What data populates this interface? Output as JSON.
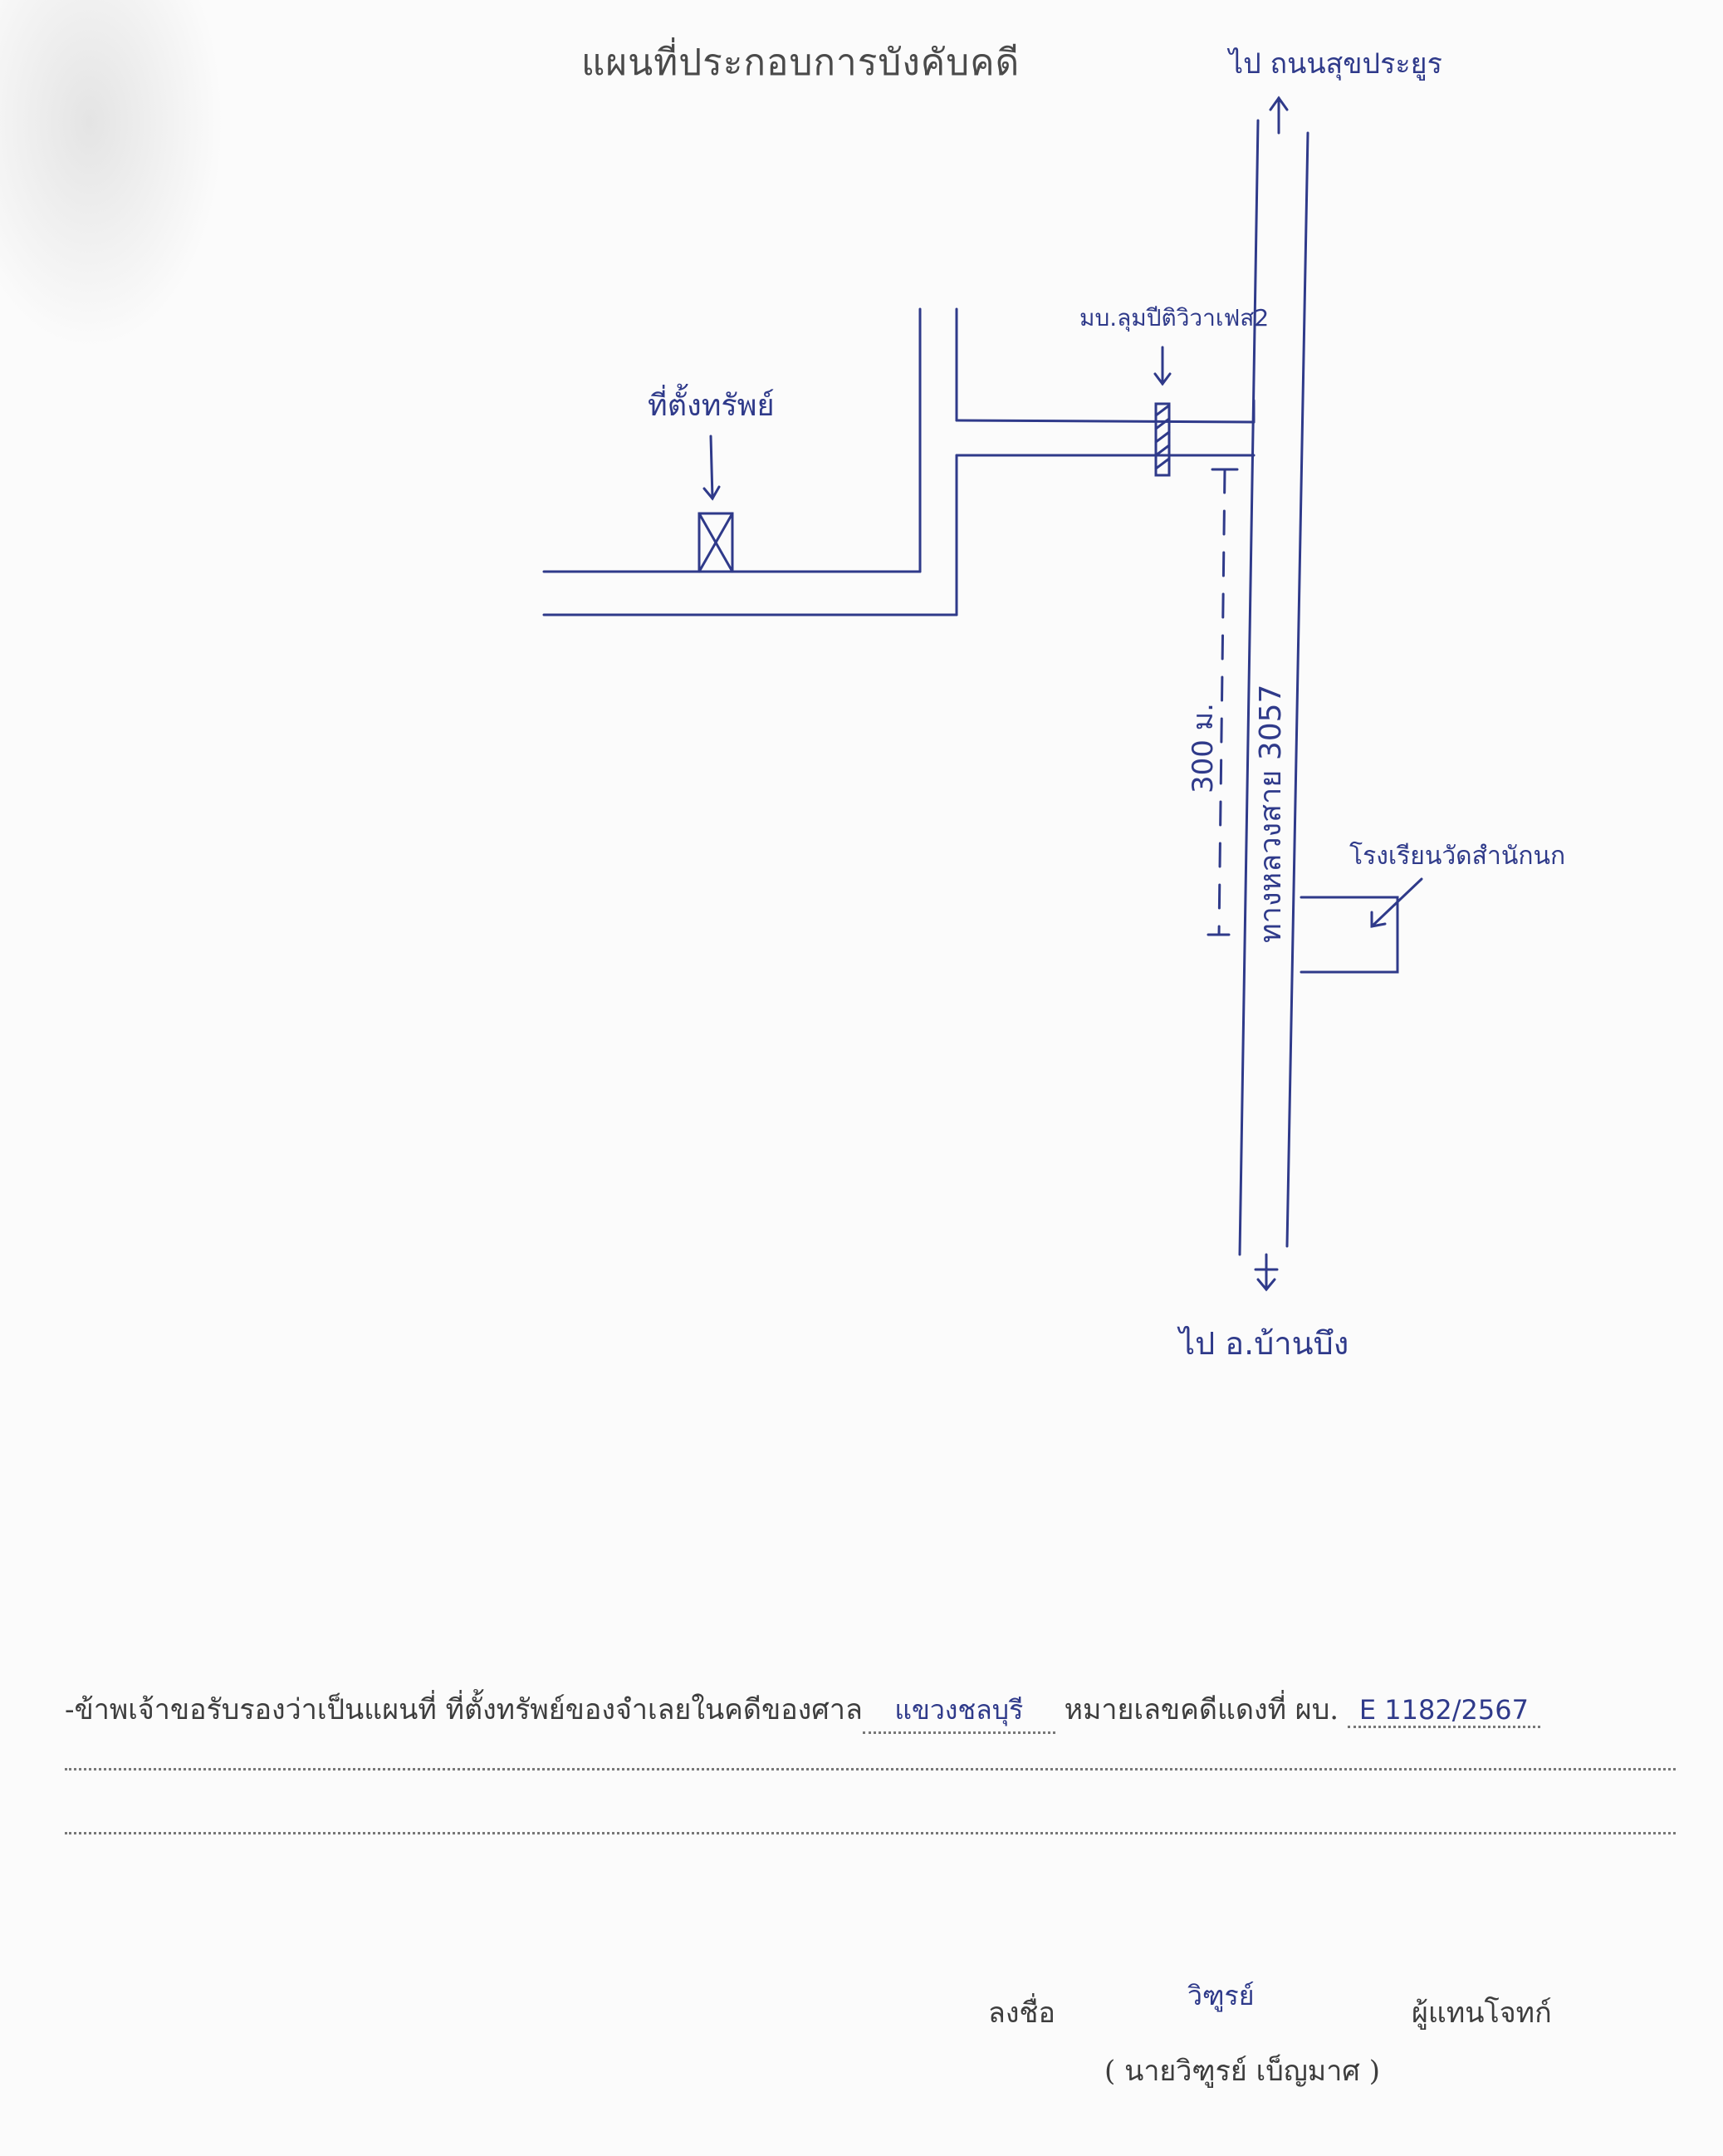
{
  "title": "แผนที่ประกอบการบังคับคดี",
  "map": {
    "to_north_label": "ไป ถนนสุขประยูร",
    "to_south_label": "ไป อ.บ้านบึง",
    "village_label": "มบ.ลุมปีติวิวาเฟส2",
    "property_label": "ที่ตั้งทรัพย์",
    "highway_label": "ทางหลวงสาย 3057",
    "distance_label": "300 ม.",
    "school_label": "โรงเรียนวัดสำนักนก"
  },
  "certification": {
    "prefix": "-ข้าพเจ้าขอรับรองว่าเป็นแผนที่ ที่ตั้งทรัพย์ของจำเลยในคดีของศาล",
    "court_name": "แขวงชลบุรี",
    "case_label": "หมายเลขคดีแดงที่ ผบ.",
    "case_number": "E 1182/2567"
  },
  "signature": {
    "sign_label": "ลงชื่อ",
    "signature_text": "วิฑูรย์",
    "role_label": "ผู้แทนโจทก์",
    "printed_name": "( นายวิฑูรย์ เบ็ญมาศ )"
  }
}
